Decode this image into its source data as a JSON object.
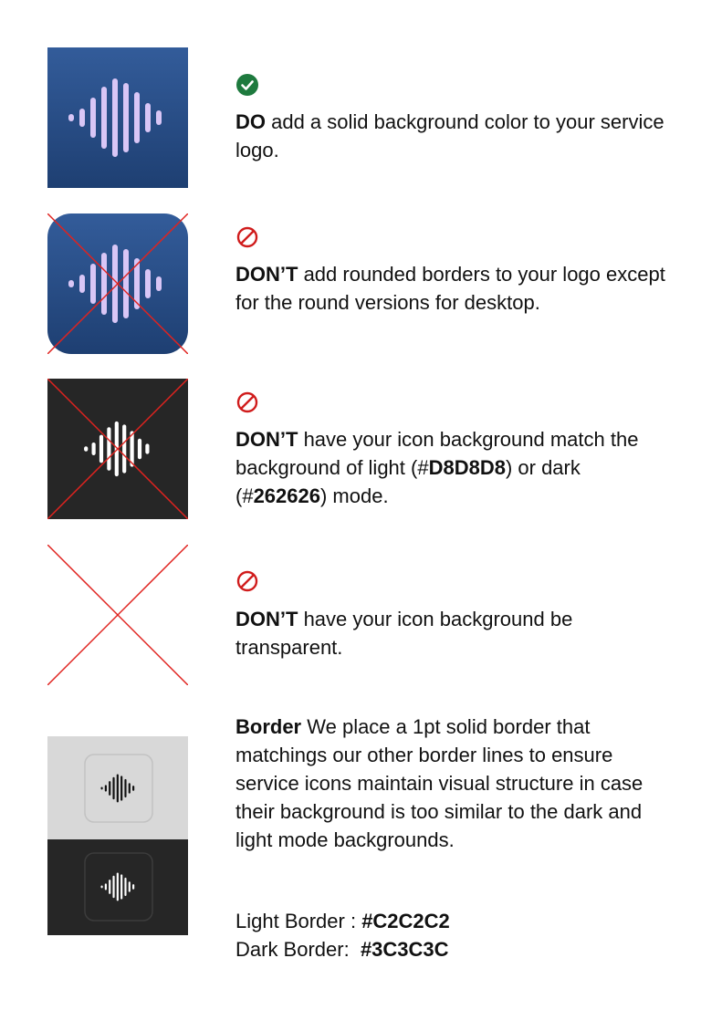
{
  "colors": {
    "do_icon": "#1e7a3e",
    "dont_icon": "#d01c1c",
    "logo_gradient_top": "#335c9a",
    "logo_gradient_bottom": "#1e3f72",
    "logo_bars": "#d9c6f6",
    "dark_tile": "#262626",
    "light_tile": "#d8d8d8",
    "cross_line": "#e0231f",
    "light_border": "#C2C2C2",
    "dark_border": "#3C3C3C"
  },
  "items": [
    {
      "status_icon": "check-circle-icon",
      "lead": "DO",
      "text": " add a solid background color to your service logo."
    },
    {
      "status_icon": "prohibited-icon",
      "lead": "DON’T",
      "text": " add rounded borders to your logo except for the round versions for desktop."
    },
    {
      "status_icon": "prohibited-icon",
      "lead": "DON’T",
      "text_before": " have your icon background match the background of light (#",
      "light_value": "D8D8D8",
      "text_middle": ") or dark (#",
      "dark_value": "262626",
      "text_after": ") mode."
    },
    {
      "status_icon": "prohibited-icon",
      "lead": "DON’T",
      "text": " have your icon background be transparent."
    }
  ],
  "border_note": {
    "lead": "Border",
    "text": " We place a 1pt solid border that matchings our other border lines to ensure service icons maintain visual structure in case their background is too similar to the dark and light mode backgrounds.",
    "light_label": "Light Border : ",
    "light_value": "#C2C2C2",
    "dark_label": "Dark Border:  ",
    "dark_value": "#3C3C3C"
  }
}
